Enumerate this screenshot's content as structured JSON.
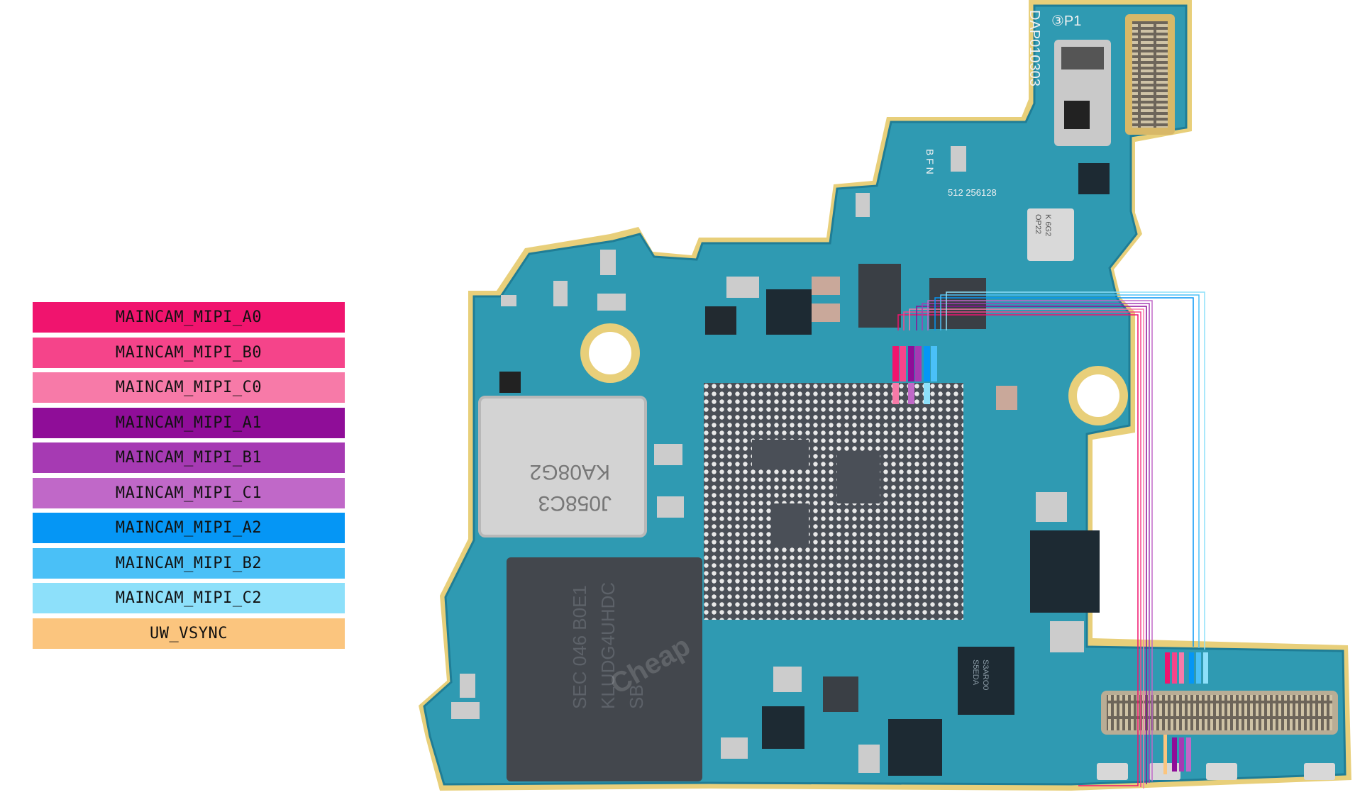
{
  "legend": [
    {
      "label": "MAINCAM_MIPI_A0",
      "color": "#f0146e"
    },
    {
      "label": "MAINCAM_MIPI_B0",
      "color": "#f5448a"
    },
    {
      "label": "MAINCAM_MIPI_C0",
      "color": "#f77aa8"
    },
    {
      "label": "MAINCAM_MIPI_A1",
      "color": "#8f0d98"
    },
    {
      "label": "MAINCAM_MIPI_B1",
      "color": "#a63ab3"
    },
    {
      "label": "MAINCAM_MIPI_C1",
      "color": "#c068c8"
    },
    {
      "label": "MAINCAM_MIPI_A2",
      "color": "#0596f5"
    },
    {
      "label": "MAINCAM_MIPI_B2",
      "color": "#4ac0f7"
    },
    {
      "label": "MAINCAM_MIPI_C2",
      "color": "#8de0fa"
    },
    {
      "label": "UW_VSYNC",
      "color": "#fbc57e"
    }
  ],
  "board": {
    "model_code": "DAP010303",
    "connector_mark": "③P1",
    "pin_mark": "B F N",
    "serial_mark": "512 256128",
    "chip_memory": [
      "KA08G2",
      "J058C3"
    ],
    "chip_ufs": [
      "SEC 046 B0E1",
      "KLUDG4UHDC",
      "SB"
    ],
    "chip_small": [
      "K 6G2",
      "OP22"
    ],
    "chip_pmic": [
      "S3ARO0",
      "S5EDA"
    ],
    "watermark": "Cheap"
  },
  "colors": {
    "pcb": "#2f9ab2",
    "pcb_dark": "#1f7d96",
    "gold": "#e8cf7a",
    "shield": "#d3d3d3"
  }
}
